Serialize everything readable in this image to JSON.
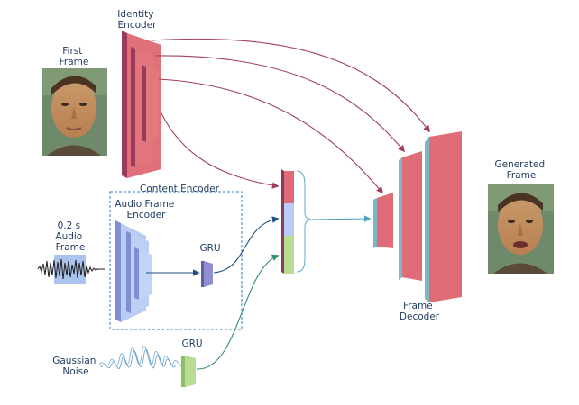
{
  "labels": {
    "identity_encoder": [
      "Identity",
      "Encoder"
    ],
    "first_frame": [
      "First",
      "Frame"
    ],
    "content_encoder": "Content Encoder",
    "audio_frame_encoder": [
      "Audio Frame",
      "Encoder"
    ],
    "audio_frame": [
      "0.2 s",
      "Audio",
      "Frame"
    ],
    "gru_audio": "GRU",
    "gru_noise": "GRU",
    "gaussian_noise": [
      "Gaussian",
      "Noise"
    ],
    "frame_decoder": [
      "Frame",
      "Decoder"
    ],
    "generated_frame": [
      "Generated",
      "Frame"
    ]
  },
  "colors": {
    "identity": "#e0707a",
    "identity_side": "#9a3a5a",
    "audio": "#b8ccf5",
    "audio_side": "#7f8fcf",
    "gru_audio": "#8f8fd0",
    "gru_noise": "#b8dc90",
    "decoder_side": "#7ab8c8",
    "arrow_identity": "#a0405a",
    "arrow_audio": "#1f4f7f",
    "arrow_noise": "#2f8f6f",
    "arrow_decoder": "#4fa0c0",
    "dashed_box": "#3a7ab8",
    "label_text": "#1f3a5f"
  },
  "icons": [
    "face-photo-first-frame",
    "face-photo-generated-frame",
    "audio-waveform",
    "gaussian-noise-waveform"
  ]
}
